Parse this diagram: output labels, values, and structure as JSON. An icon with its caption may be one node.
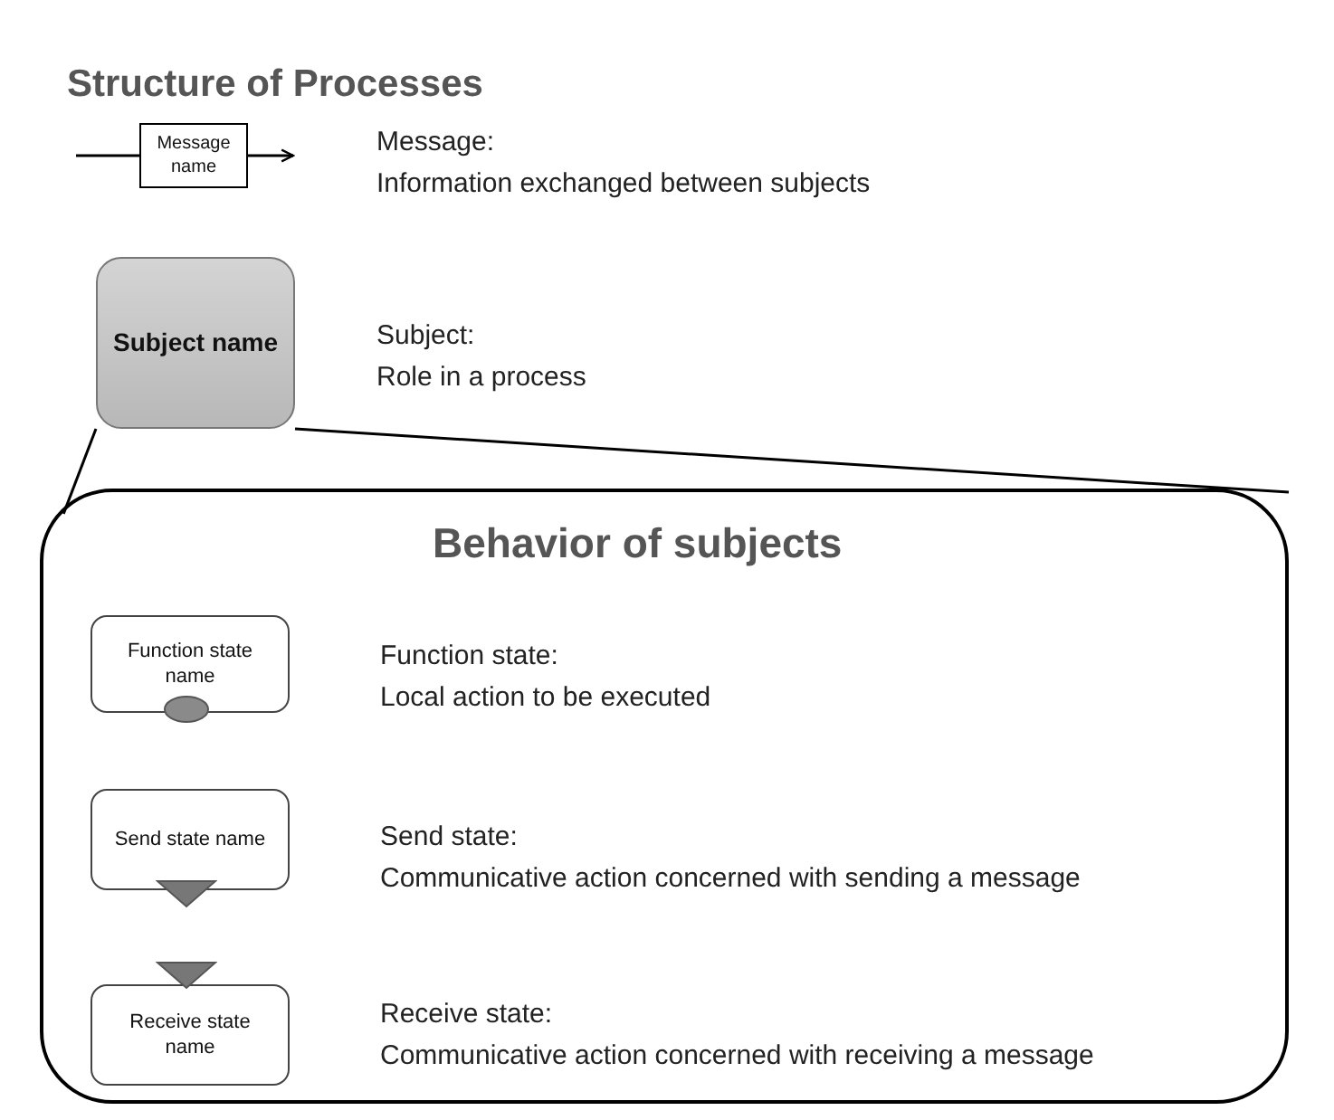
{
  "diagram": {
    "title": "Structure of Processes",
    "nodes": [
      {
        "text": [
          "Message name"
        ],
        "beside": [
          "Message:",
          "Information exchanged between subjects"
        ]
      },
      {
        "text": [
          "Subject name"
        ],
        "beside": [
          "Subject:",
          "Role in a process"
        ]
      },
      {
        "text": [
          "Behavior of subjects"
        ]
      },
      {
        "text": [
          "Function state name"
        ],
        "in": 2,
        "beside": [
          "Function state:",
          "Local action to be executed"
        ]
      },
      {
        "text": [
          "Send state name"
        ],
        "in": 2,
        "beside": [
          "Send state:",
          "Communicative  action concerned with sending a message"
        ]
      },
      {
        "text": [
          "Receive state name"
        ],
        "in": 2,
        "beside": [
          "Receive state:",
          "Communicative  action concerned with receiving a message"
        ]
      }
    ],
    "edges": [
      {
        "from": null,
        "to": 0,
        "arrow": "none"
      },
      {
        "from": 0,
        "to": null,
        "arrow": "to"
      },
      {
        "from": 1,
        "to": 2,
        "arrow": "none"
      },
      {
        "from": 1,
        "to": 2,
        "arrow": "none"
      }
    ]
  }
}
